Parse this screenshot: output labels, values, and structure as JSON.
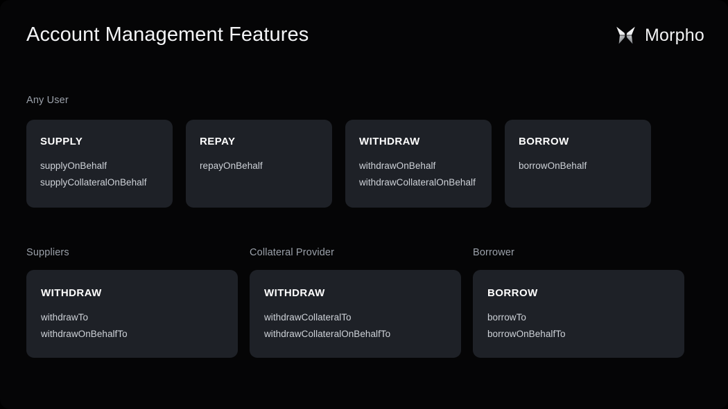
{
  "header": {
    "title": "Account Management Features",
    "brand_name": "Morpho",
    "brand_icon": "morpho-butterfly-logo"
  },
  "theme": {
    "page_background": "#050506",
    "card_background": "#1e2127",
    "title_color": "#f3f4f6",
    "group_label_color": "#9ba1aa",
    "card_title_color": "#ffffff",
    "card_item_color": "#ced2d8"
  },
  "sections": [
    {
      "label": "Any User",
      "cards": [
        {
          "title": "SUPPLY",
          "items": [
            "supplyOnBehalf",
            "supplyCollateralOnBehalf"
          ]
        },
        {
          "title": "REPAY",
          "items": [
            "repayOnBehalf"
          ]
        },
        {
          "title": "WITHDRAW",
          "items": [
            "withdrawOnBehalf",
            "withdrawCollateralOnBehalf"
          ]
        },
        {
          "title": "BORROW",
          "items": [
            "borrowOnBehalf"
          ]
        }
      ]
    },
    {
      "columns": [
        {
          "label": "Suppliers",
          "card": {
            "title": "WITHDRAW",
            "items": [
              "withdrawTo",
              "withdrawOnBehalfTo"
            ]
          }
        },
        {
          "label": "Collateral Provider",
          "card": {
            "title": "WITHDRAW",
            "items": [
              "withdrawCollateralTo",
              "withdrawCollateralOnBehalfTo"
            ]
          }
        },
        {
          "label": "Borrower",
          "card": {
            "title": "BORROW",
            "items": [
              "borrowTo",
              "borrowOnBehalfTo"
            ]
          }
        }
      ]
    }
  ]
}
